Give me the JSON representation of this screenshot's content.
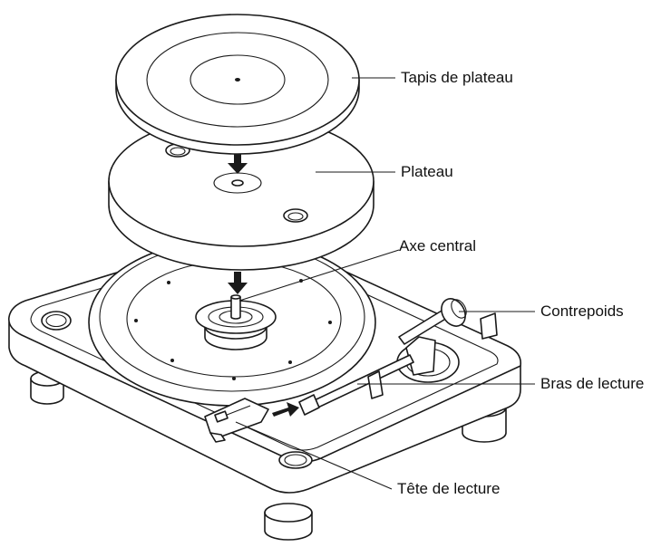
{
  "labels": {
    "mat": "Tapis de plateau",
    "platter": "Plateau",
    "spindle": "Axe central",
    "counterweight": "Contrepoids",
    "tonearm": "Bras de lecture",
    "headshell": "Tête de lecture"
  },
  "colors": {
    "line": "#1a1a1a",
    "fill": "#ffffff"
  }
}
